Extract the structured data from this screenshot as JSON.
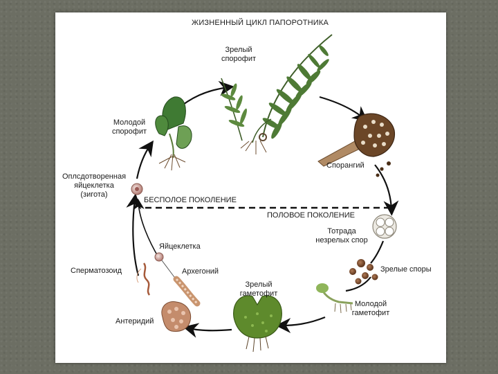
{
  "diagram": {
    "title": "ЖИЗНЕННЫЙ ЦИКЛ ПАПОРОТНИКА",
    "asexual_generation": "БЕСПОЛОЕ ПОКОЛЕНИЕ",
    "sexual_generation": "ПОЛОВОЕ ПОКОЛЕНИЕ",
    "stages": {
      "mature_sporophyte_1": "Зрелый",
      "mature_sporophyte_2": "спорофит",
      "sporangium": "Спорангий",
      "tetrad_1": "Тотрада",
      "tetrad_2": "незрелых спор",
      "mature_spores": "Зрелые споры",
      "young_gametophyte_1": "Молодой",
      "young_gametophyte_2": "гаметофит",
      "mature_gametophyte_1": "Зрелый",
      "mature_gametophyte_2": "гаметофит",
      "antheridium": "Антеридий",
      "archegonium": "Архегоний",
      "spermatozoid": "Сперматозоид",
      "egg_cell": "Яйцеклетка",
      "zygote_1": "Оплсдотворенная",
      "zygote_2": "яйцеклетка",
      "zygote_3": "(зигота)",
      "young_sporophyte_1": "Молодой",
      "young_sporophyte_2": "спорофит"
    }
  }
}
